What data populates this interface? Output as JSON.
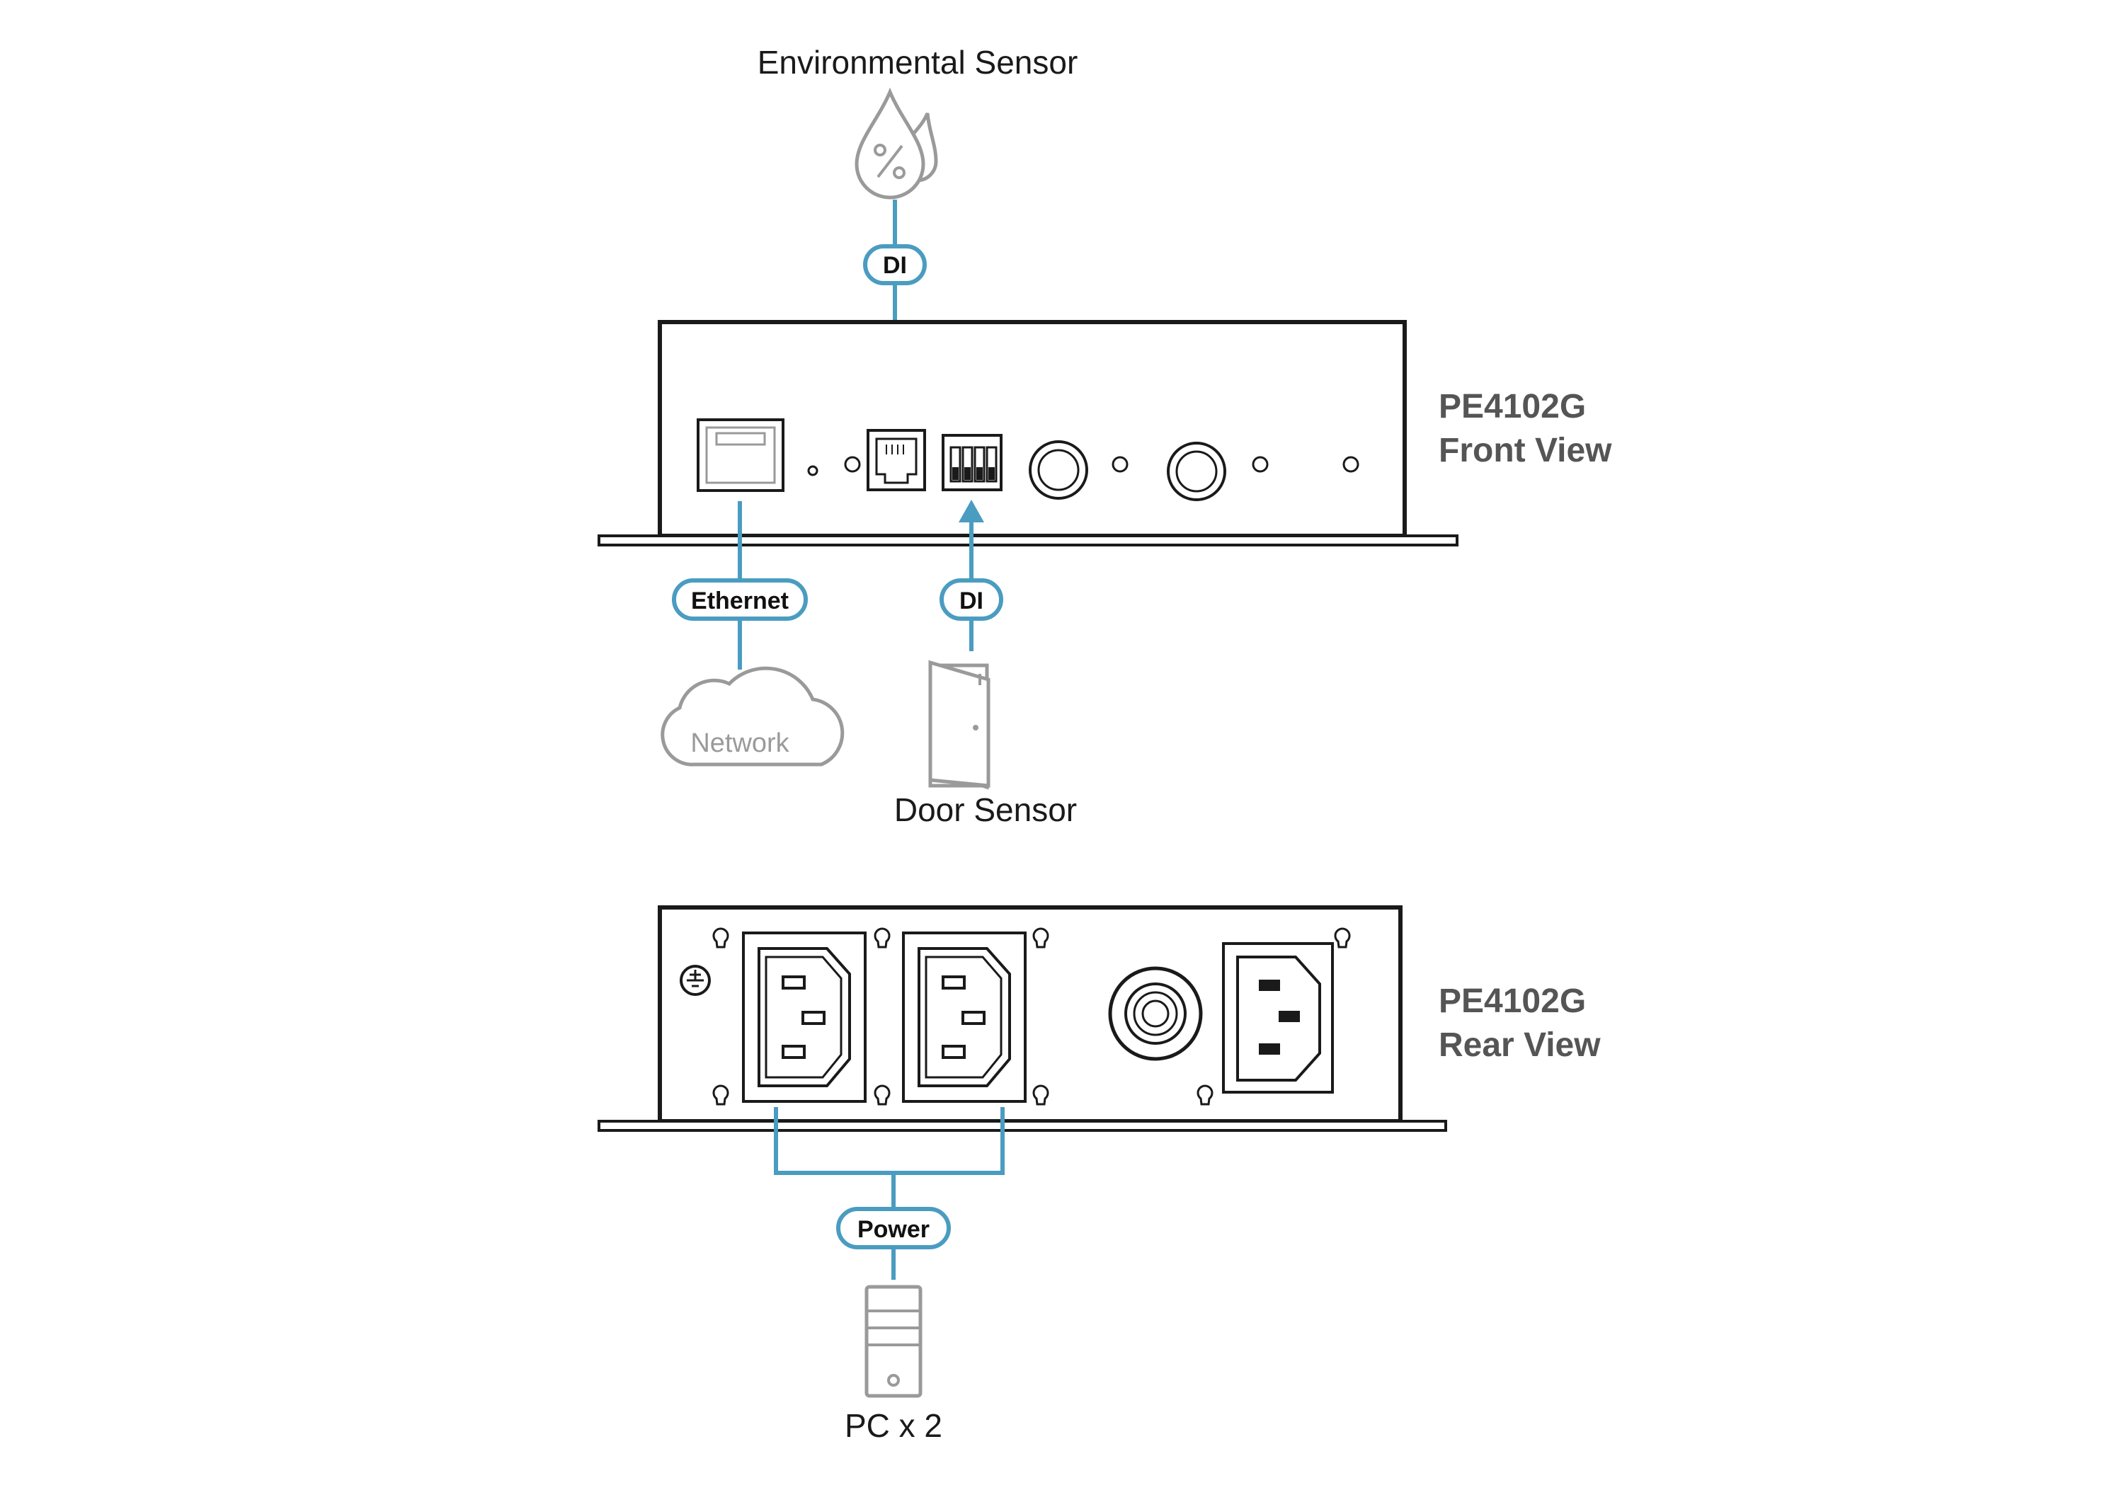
{
  "labels": {
    "env_sensor": "Environmental Sensor",
    "door_sensor": "Door Sensor",
    "pc": "PC x 2",
    "network": "Network"
  },
  "front": {
    "model": "PE4102G",
    "view": "Front View"
  },
  "rear": {
    "model": "PE4102G",
    "view": "Rear View"
  },
  "connections": {
    "di_top": "DI",
    "di_bottom": "DI",
    "ethernet": "Ethernet",
    "power": "Power"
  },
  "icons": {
    "env": "humidity-drops-icon",
    "door": "door-icon",
    "network": "cloud-icon",
    "pc": "pc-tower-icon"
  },
  "colors": {
    "connector": "#4a9cc0",
    "outline": "#1a1a1a",
    "icon": "#9a9a9a",
    "caption": "#555555"
  }
}
